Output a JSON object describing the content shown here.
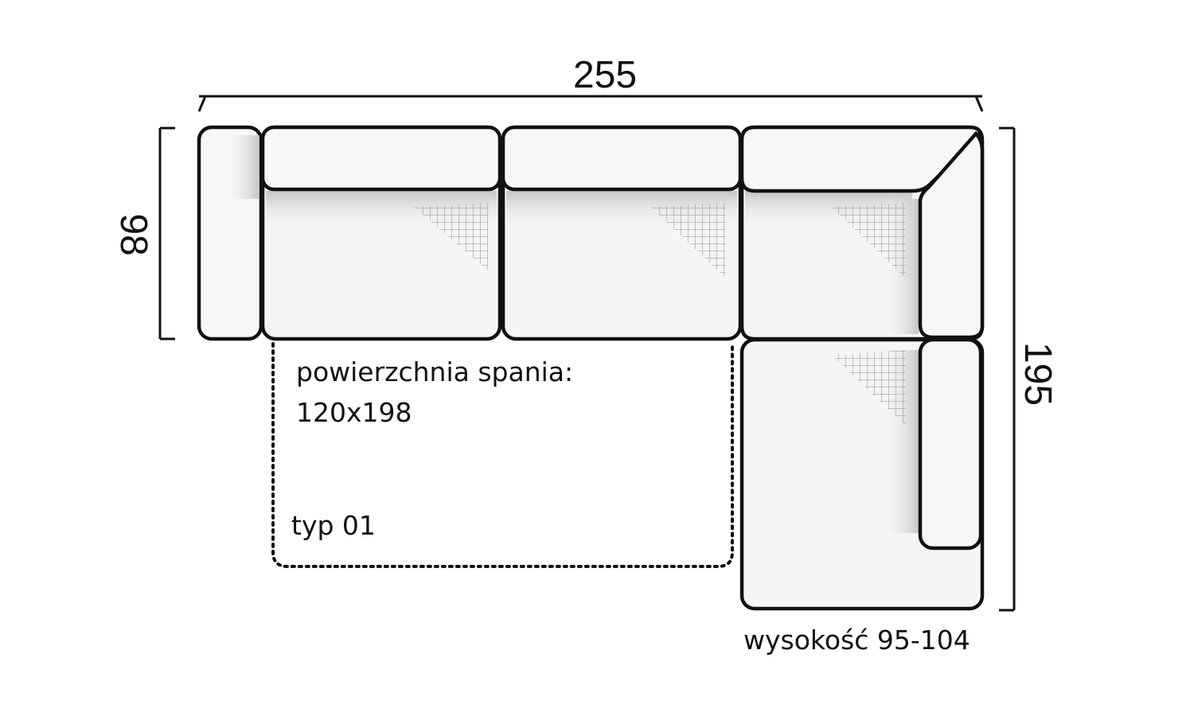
{
  "dimensions": {
    "width": "255",
    "depth": "98",
    "length": "195"
  },
  "labels": {
    "sleeping_area_line1": "powierzchnia spania:",
    "sleeping_area_line2": "120x198",
    "type": "typ 01",
    "height": "wysokość 95-104"
  },
  "colors": {
    "outline": "#111111",
    "fill": "#f5f5f5",
    "shadow": "#c8c8c8",
    "stitch": "#9a9a9a"
  }
}
